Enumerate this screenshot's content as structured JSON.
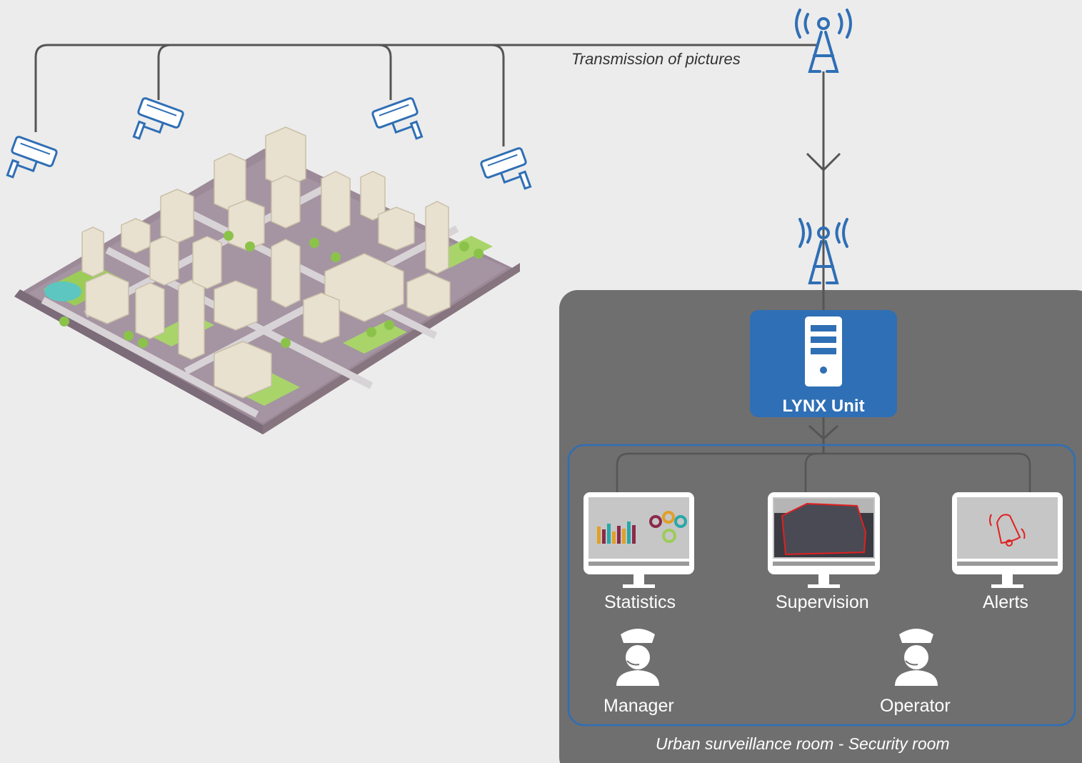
{
  "transmission_label": "Transmission of pictures",
  "server": {
    "label": "LYNX Unit"
  },
  "room": {
    "caption": "Urban surveillance room - Security room"
  },
  "screens": [
    {
      "label": "Statistics",
      "icon": "bar-chart-icon"
    },
    {
      "label": "Supervision",
      "icon": "crowd-image-icon"
    },
    {
      "label": "Alerts",
      "icon": "alarm-bell-icon"
    }
  ],
  "users": [
    {
      "label": "Manager",
      "icon": "police-officer-icon"
    },
    {
      "label": "Operator",
      "icon": "police-officer-icon"
    }
  ],
  "colors": {
    "background": "#ececec",
    "room": "#6f6f6f",
    "accent_blue": "#2f6fb5",
    "line": "#555555",
    "alert_red": "#e02020"
  }
}
